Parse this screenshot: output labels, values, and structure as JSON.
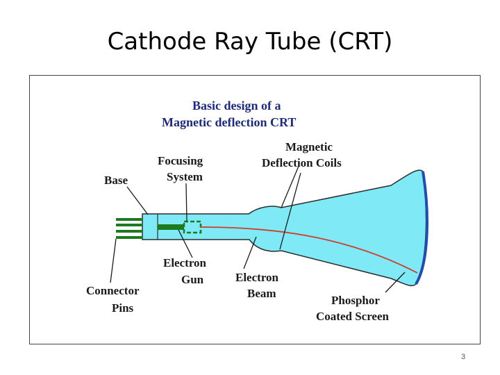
{
  "slide": {
    "title": "Cathode Ray Tube (CRT)",
    "page_number": "3"
  },
  "diagram": {
    "heading_line1": "Basic design of a",
    "heading_line2": "Magnetic deflection CRT",
    "labels": {
      "base": "Base",
      "focusing_line1": "Focusing",
      "focusing_line2": "System",
      "coils_line1": "Magnetic",
      "coils_line2": "Deflection Coils",
      "gun_line1": "Electron",
      "gun_line2": "Gun",
      "beam_line1": "Electron",
      "beam_line2": "Beam",
      "pins_line1": "Connector",
      "pins_line2": "Pins",
      "screen_line1": "Phosphor",
      "screen_line2": "Coated Screen"
    },
    "colors": {
      "tube_fill": "#7FE9F5",
      "screen_edge": "#1F4FA8",
      "gun": "#1E7A1E",
      "beam": "#D23A2A",
      "heading": "#1E2A78"
    }
  }
}
